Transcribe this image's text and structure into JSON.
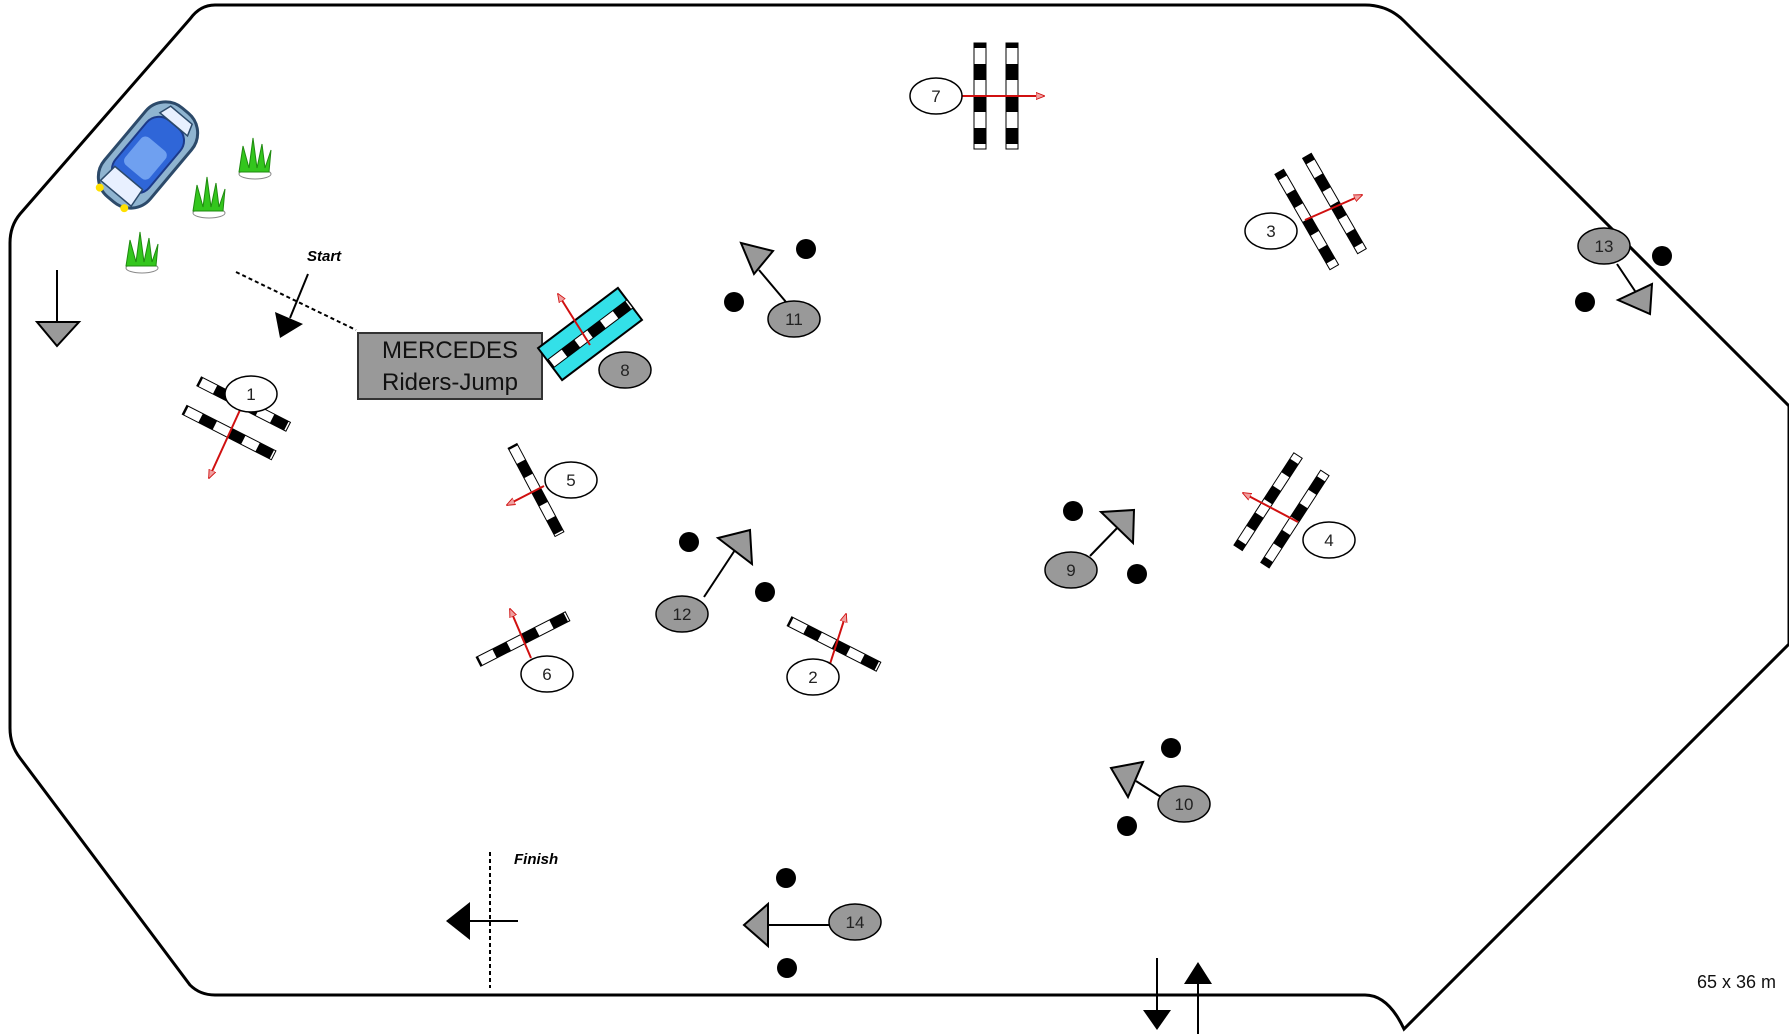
{
  "labels": {
    "start": "Start",
    "finish": "Finish",
    "dimensions": "65 x 36 m"
  },
  "banner": {
    "line1": "MERCEDES",
    "line2": "Riders-Jump"
  },
  "obstacles": {
    "o1": "1",
    "o2": "2",
    "o3": "3",
    "o4": "4",
    "o5": "5",
    "o6": "6",
    "o7": "7",
    "o8": "8",
    "o9": "9",
    "o10": "10",
    "o11": "11",
    "o12": "12",
    "o13": "13",
    "o14": "14"
  },
  "colors": {
    "outline": "#000000",
    "white_badge": "#ffffff",
    "grey_badge": "#999999",
    "direction_arrow": "#e02020",
    "water_jump": "#33e0e8",
    "banner_fill": "#999999"
  }
}
